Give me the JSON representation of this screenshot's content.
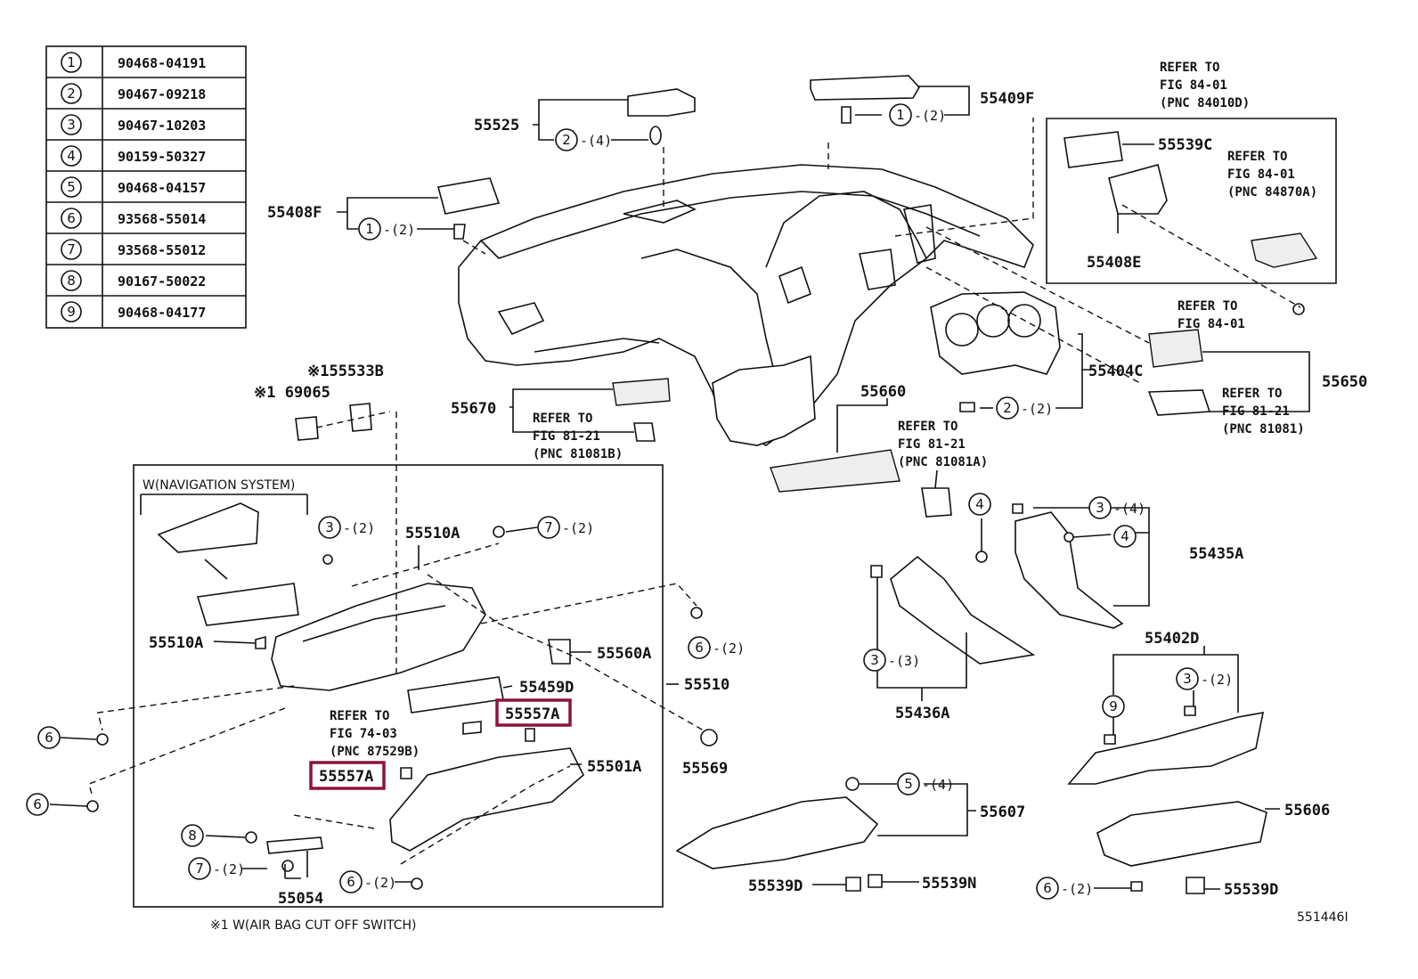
{
  "fastener_table": [
    {
      "no": "1",
      "part": "90468-04191"
    },
    {
      "no": "2",
      "part": "90467-09218"
    },
    {
      "no": "3",
      "part": "90467-10203"
    },
    {
      "no": "4",
      "part": "90159-50327"
    },
    {
      "no": "5",
      "part": "90468-04157"
    },
    {
      "no": "6",
      "part": "93568-55014"
    },
    {
      "no": "7",
      "part": "93568-55012"
    },
    {
      "no": "8",
      "part": "90167-50022"
    },
    {
      "no": "9",
      "part": "90468-04177"
    }
  ],
  "labels": {
    "p55525": "55525",
    "p55409F": "55409F",
    "p55408F": "55408F",
    "p55539C": "55539C",
    "p55408E": "55408E",
    "p55404C": "55404C",
    "p55650": "55650",
    "p55670": "55670",
    "p55660": "55660",
    "p55533B": "※155533B",
    "p69065": "※1 69065",
    "p55510A_top": "55510A",
    "p55510A_left": "55510A",
    "p55560A": "55560A",
    "p55459D": "55459D",
    "p55510": "55510",
    "p55557A_right": "55557A",
    "p55557A_left": "55557A",
    "p55501A": "55501A",
    "p55569": "55569",
    "p55054": "55054",
    "p55435A": "55435A",
    "p55436A": "55436A",
    "p55402D": "55402D",
    "p55607": "55607",
    "p55606": "55606",
    "p55539D_left": "55539D",
    "p55539N": "55539N",
    "p55539D_right": "55539D",
    "fig_id": "551446I"
  },
  "refs": {
    "r1": [
      "REFER TO",
      "FIG 84-01",
      "(PNC 84010D)"
    ],
    "r2": [
      "REFER TO",
      "FIG 84-01",
      "(PNC 84870A)"
    ],
    "r3": [
      "REFER TO",
      "FIG 84-01"
    ],
    "r4": [
      "REFER TO",
      "FIG 81-21",
      "(PNC 81081)"
    ],
    "r5": [
      "REFER TO",
      "FIG 81-21",
      "(PNC 81081A)"
    ],
    "r6": [
      "REFER TO",
      "FIG 81-21",
      "(PNC 81081B)"
    ],
    "r7": [
      "REFER TO",
      "FIG 74-03",
      "(PNC 87529B)"
    ]
  },
  "callouts": {
    "c525": {
      "no": "2",
      "qty": "-(4)"
    },
    "c409": {
      "no": "1",
      "qty": "-(2)"
    },
    "c408": {
      "no": "1",
      "qty": "-(2)"
    },
    "c404": {
      "no": "2",
      "qty": "-(2)"
    },
    "c3a": {
      "no": "3",
      "qty": "-(2)"
    },
    "c7a": {
      "no": "7",
      "qty": "-(2)"
    },
    "c6a": {
      "no": "6",
      "qty": "-(2)"
    },
    "c6b": {
      "no": "6",
      "qty": ""
    },
    "c6c": {
      "no": "6",
      "qty": ""
    },
    "c8": {
      "no": "8",
      "qty": ""
    },
    "c7b": {
      "no": "7",
      "qty": "-(2)"
    },
    "c6d": {
      "no": "6",
      "qty": "-(2)"
    },
    "c4a": {
      "no": "4",
      "qty": ""
    },
    "c3b": {
      "no": "3",
      "qty": "-(4)"
    },
    "c4b": {
      "no": "4",
      "qty": ""
    },
    "c3c": {
      "no": "3",
      "qty": "-(3)"
    },
    "c9": {
      "no": "9",
      "qty": ""
    },
    "c3d": {
      "no": "3",
      "qty": "-(2)"
    },
    "c5": {
      "no": "5",
      "qty": "-(4)"
    },
    "c6e": {
      "no": "6",
      "qty": "-(2)"
    }
  },
  "notes": {
    "nav": "W(NAVIGATION SYSTEM)",
    "airbag": "※1 W(AIR BAG CUT OFF SWITCH)"
  },
  "highlight_color": "#8a1538"
}
